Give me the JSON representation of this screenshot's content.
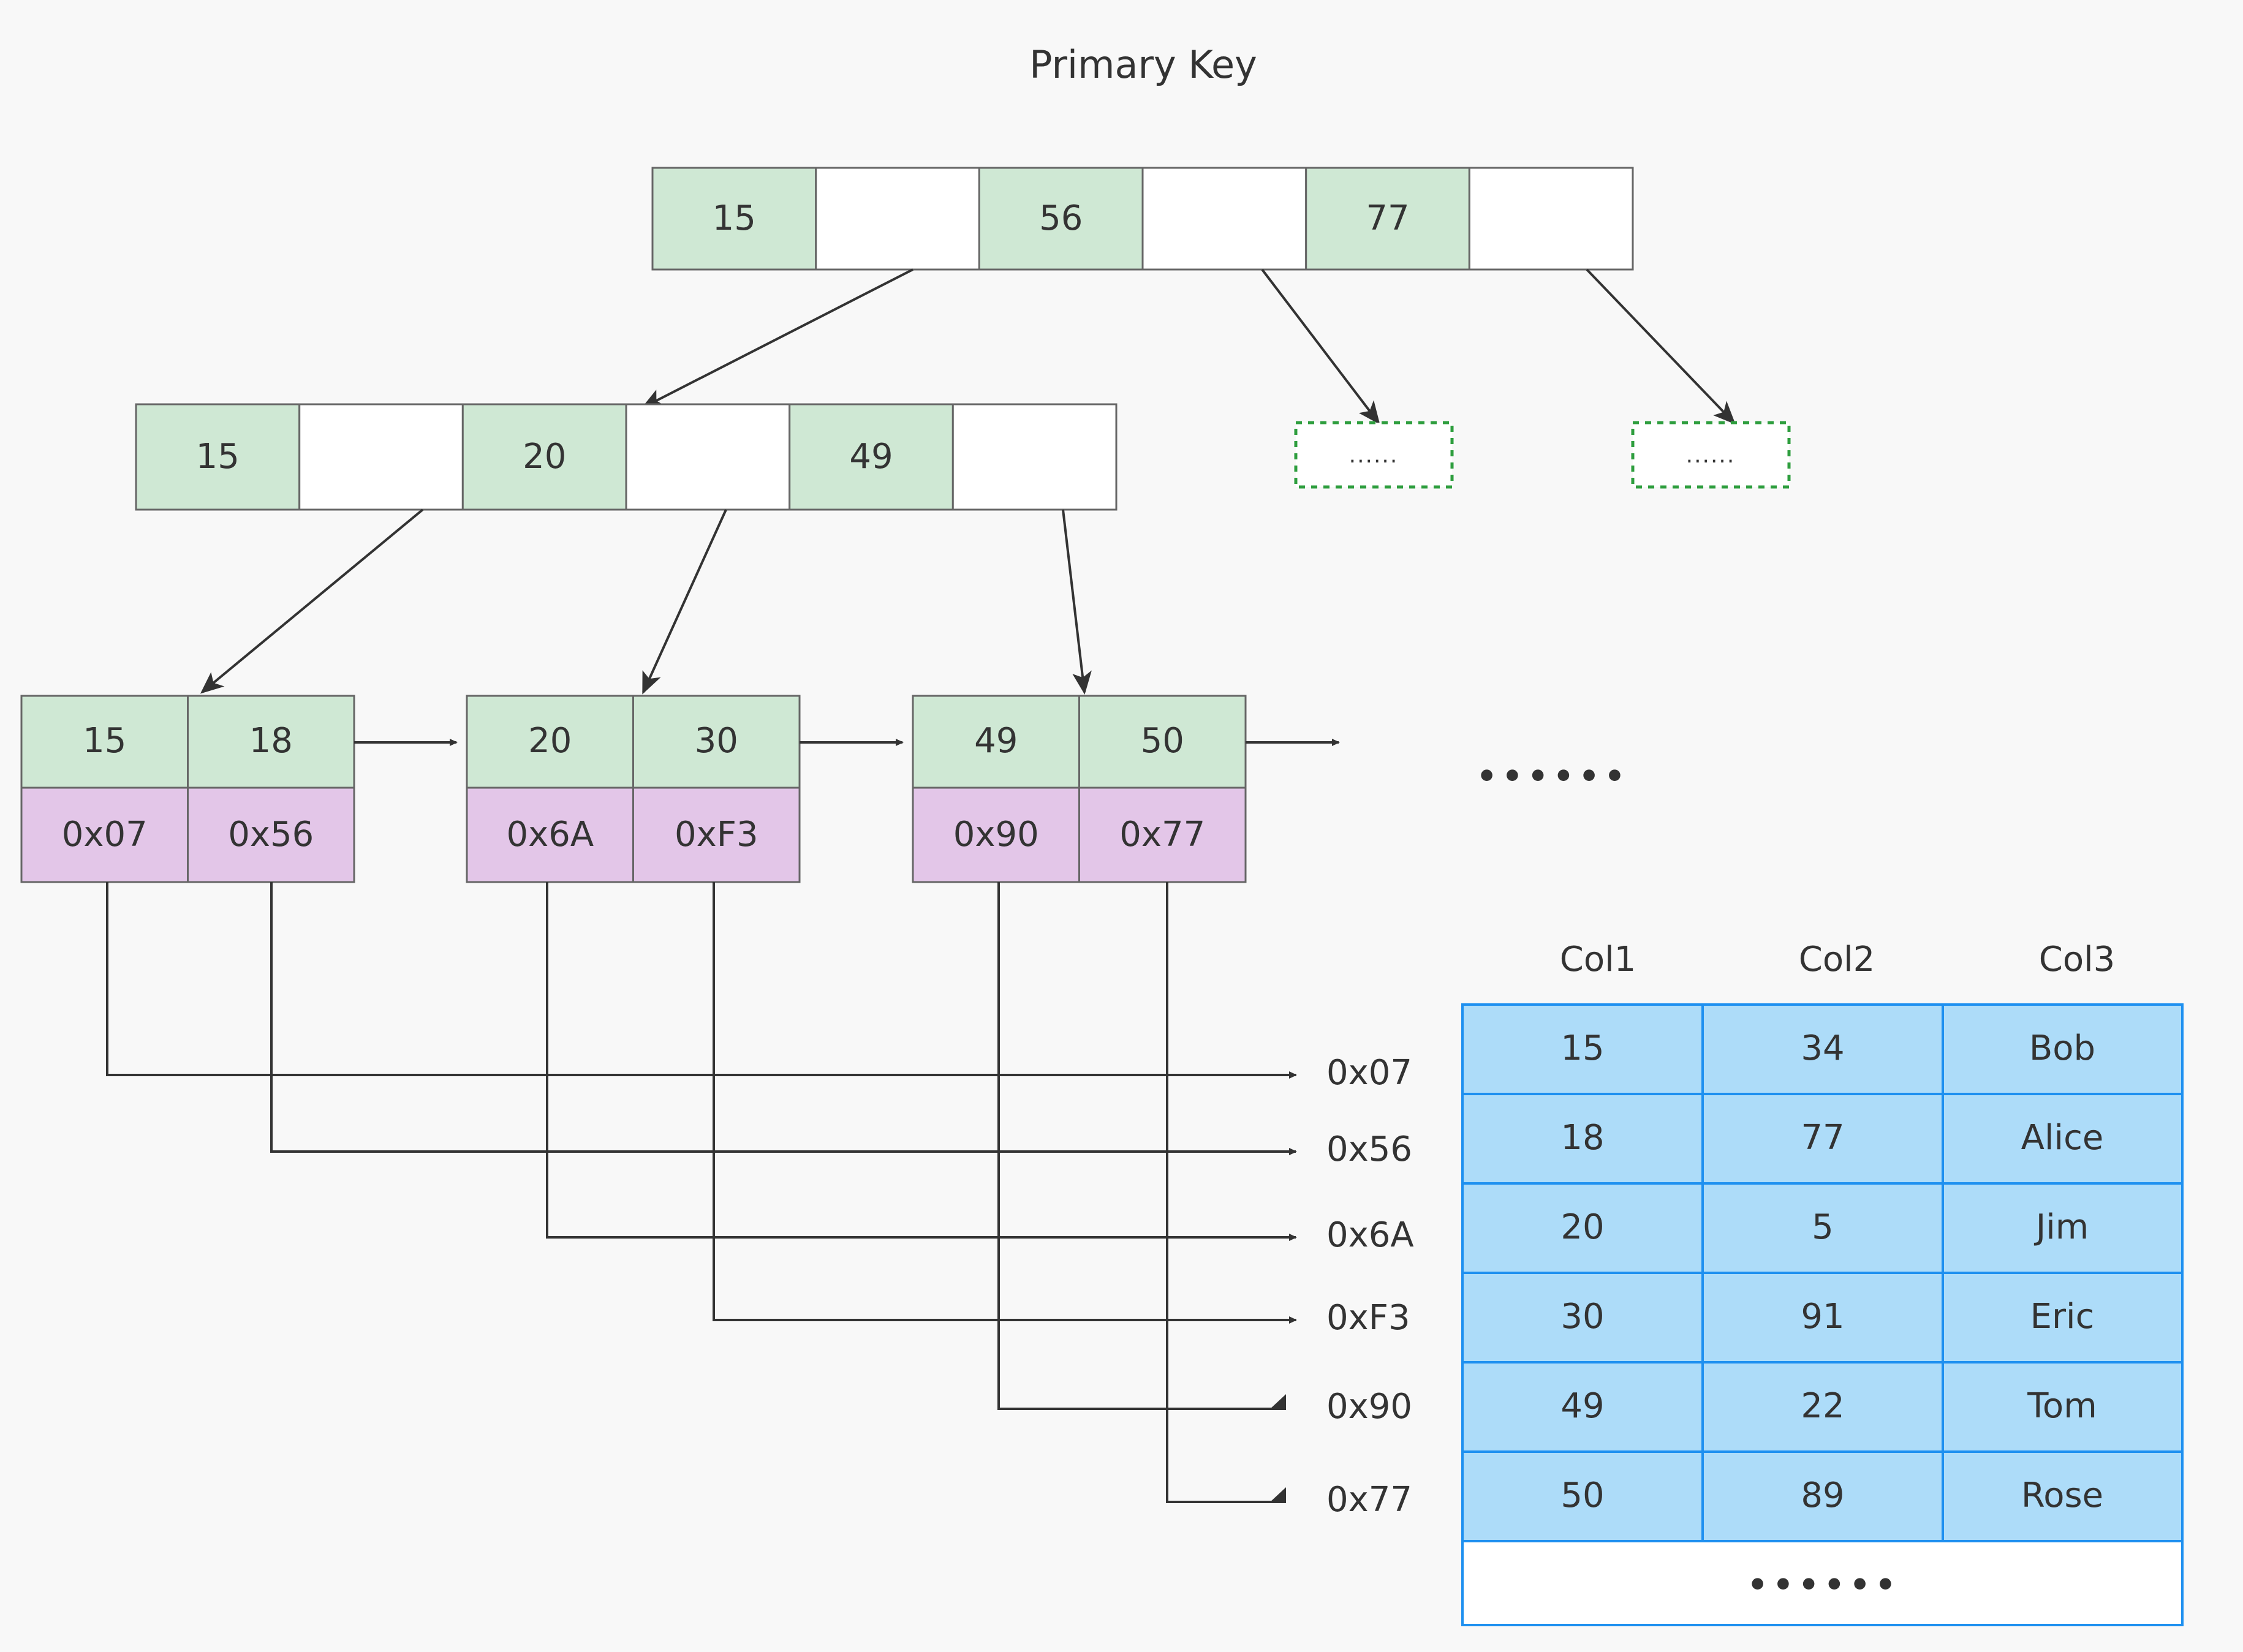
{
  "title": "Primary Key",
  "colors": {
    "background": "#f8f8f8",
    "key_cell": "#cfe8d4",
    "blank_cell": "#ffffff",
    "pointer_cell": "#e3c6e8",
    "dotted_border": "#2e9e3e",
    "table_cell": "#addcf9",
    "table_border": "#1e90f0",
    "line": "#333333"
  },
  "root_node": {
    "name": "root-node",
    "cells": [
      {
        "type": "key",
        "label": "15"
      },
      {
        "type": "pointer",
        "label": ""
      },
      {
        "type": "key",
        "label": "56"
      },
      {
        "type": "pointer",
        "label": ""
      },
      {
        "type": "key",
        "label": "77"
      },
      {
        "type": "pointer",
        "label": ""
      }
    ]
  },
  "internal_node": {
    "name": "internal-node",
    "cells": [
      {
        "type": "key",
        "label": "15"
      },
      {
        "type": "pointer",
        "label": ""
      },
      {
        "type": "key",
        "label": "20"
      },
      {
        "type": "pointer",
        "label": ""
      },
      {
        "type": "key",
        "label": "49"
      },
      {
        "type": "pointer",
        "label": ""
      }
    ]
  },
  "placeholder_nodes": [
    {
      "label": "......"
    },
    {
      "label": "......"
    }
  ],
  "leaf_nodes": [
    {
      "keys": [
        "15",
        "18"
      ],
      "pointers": [
        "0x07",
        "0x56"
      ]
    },
    {
      "keys": [
        "20",
        "30"
      ],
      "pointers": [
        "0x6A",
        "0xF3"
      ]
    },
    {
      "keys": [
        "49",
        "50"
      ],
      "pointers": [
        "0x90",
        "0x77"
      ]
    }
  ],
  "leaf_chain_ellipsis": "••••••",
  "addresses": [
    "0x07",
    "0x56",
    "0x6A",
    "0xF3",
    "0x90",
    "0x77"
  ],
  "table": {
    "headers": [
      "Col1",
      "Col2",
      "Col3"
    ],
    "rows": [
      [
        "15",
        "34",
        "Bob"
      ],
      [
        "18",
        "77",
        "Alice"
      ],
      [
        "20",
        "5",
        "Jim"
      ],
      [
        "30",
        "91",
        "Eric"
      ],
      [
        "49",
        "22",
        "Tom"
      ],
      [
        "50",
        "89",
        "Rose"
      ]
    ],
    "footer_ellipsis": "••••••"
  },
  "chart_data": {
    "type": "diagram",
    "title": "Primary Key",
    "description": "B+ tree clustered index over a heap table",
    "levels": [
      {
        "level": 0,
        "keys": [
          "15",
          "56",
          "77"
        ]
      },
      {
        "level": 1,
        "keys": [
          "15",
          "20",
          "49"
        ]
      },
      {
        "level": 2,
        "keys": [
          "15",
          "18",
          "20",
          "30",
          "49",
          "50"
        ],
        "pointers": [
          "0x07",
          "0x56",
          "0x6A",
          "0xF3",
          "0x90",
          "0x77"
        ]
      }
    ],
    "table_columns": [
      "Col1",
      "Col2",
      "Col3"
    ],
    "table_rows": [
      [
        "15",
        "34",
        "Bob"
      ],
      [
        "18",
        "77",
        "Alice"
      ],
      [
        "20",
        "5",
        "Jim"
      ],
      [
        "30",
        "91",
        "Eric"
      ],
      [
        "49",
        "22",
        "Tom"
      ],
      [
        "50",
        "89",
        "Rose"
      ]
    ]
  }
}
